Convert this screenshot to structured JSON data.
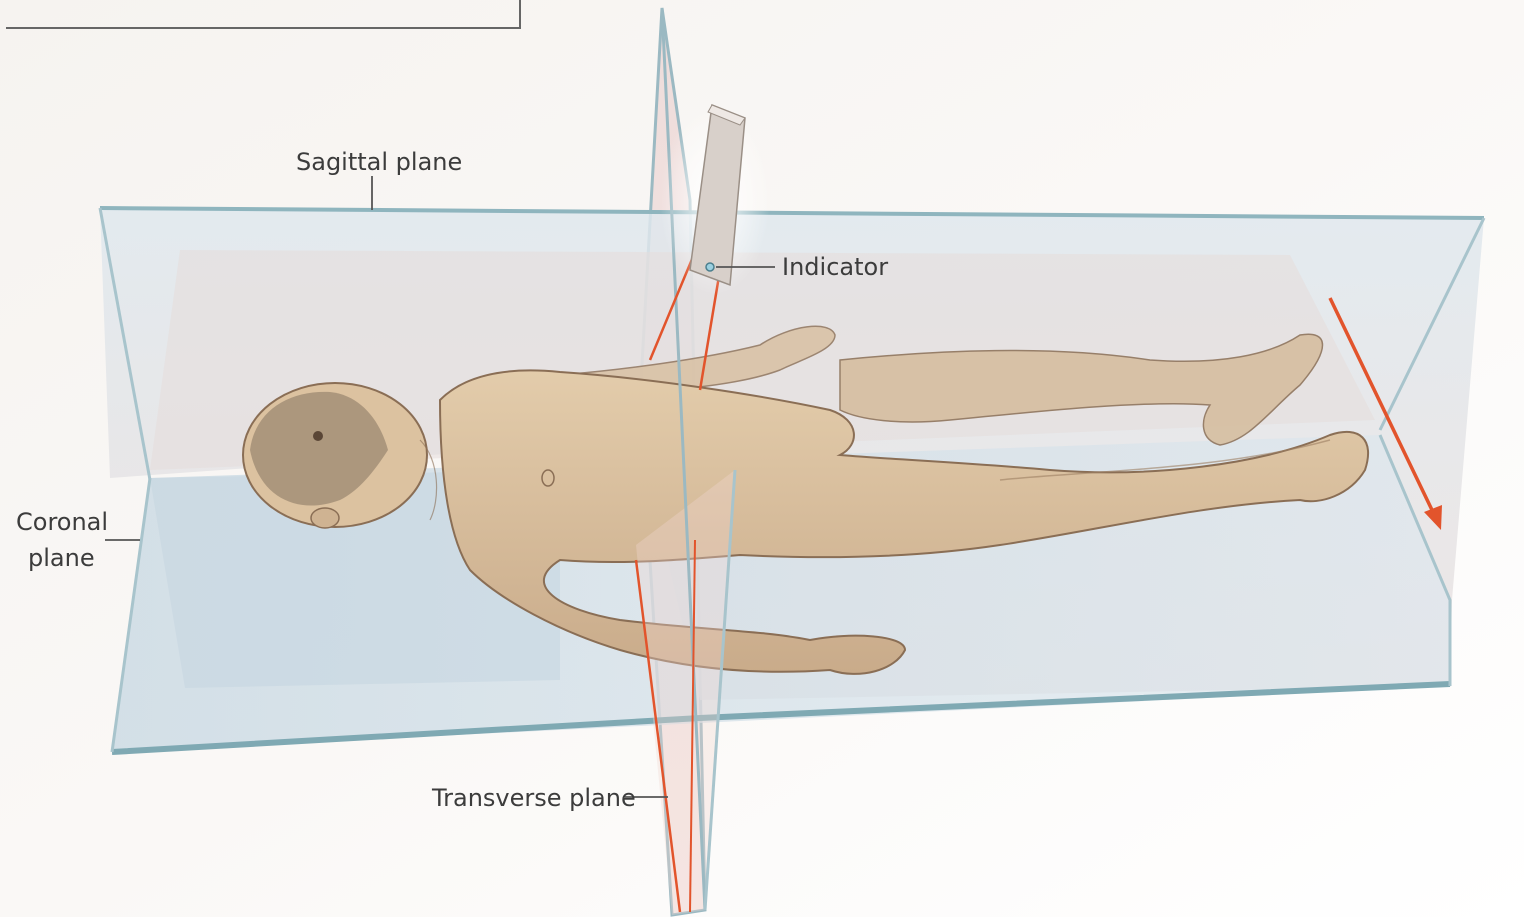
{
  "labels": {
    "sagittal": "Sagittal plane",
    "indicator": "Indicator",
    "coronal_line1": "Coronal",
    "coronal_line2": "plane",
    "transverse": "Transverse plane"
  },
  "colors": {
    "background": "#ffffff",
    "plane_fill": "#cfdde6",
    "plane_edge": "#8fb5be",
    "skin": "#dcc2a0",
    "skin_outline": "#8a6e55",
    "hair": "#8f7b66",
    "arrow": "#e2542c",
    "probe": "#d6cfc9",
    "label_text": "#3c3c3c",
    "leader_line": "#555555"
  }
}
